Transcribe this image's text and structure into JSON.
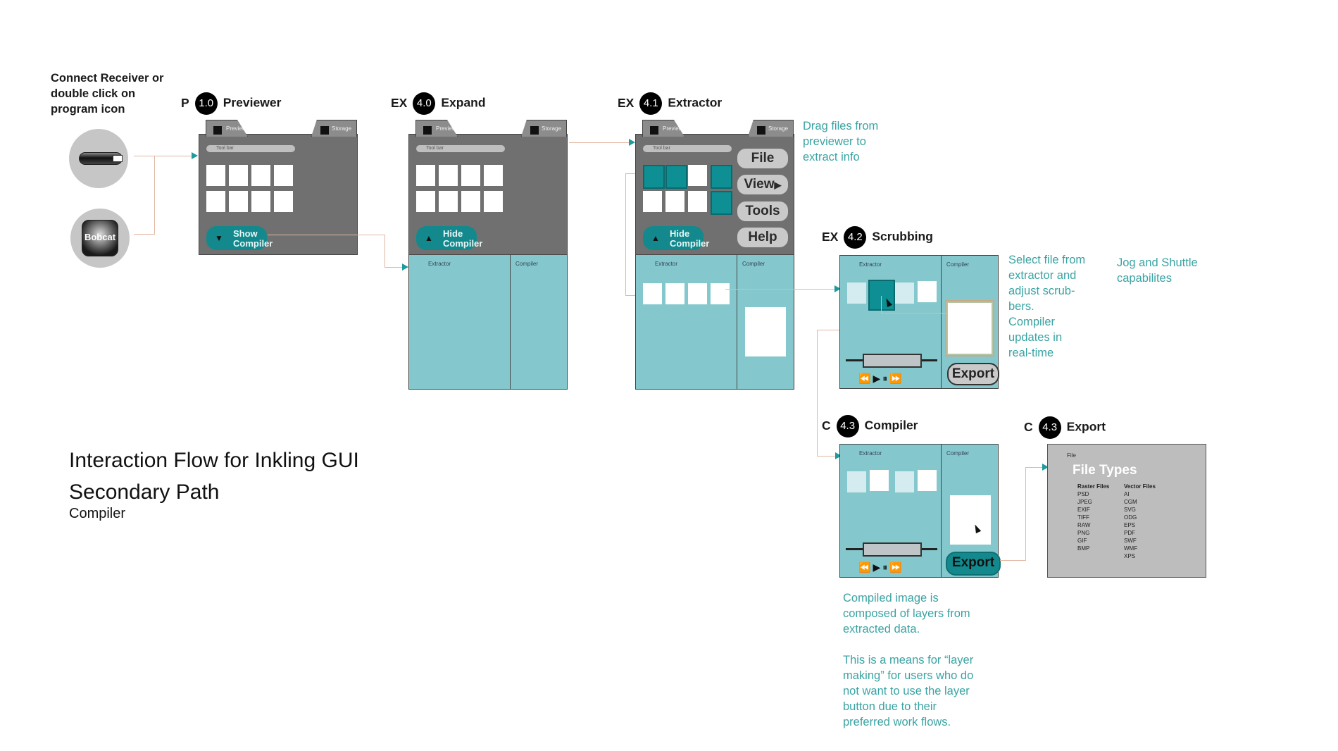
{
  "intro_note": "Connect Receiver or\ndouble click on\nprogram icon",
  "device_icon_label": "Bobcat",
  "colors": {
    "teal": "#3aa3a3",
    "panel": "#84c8cd",
    "window": "#707070",
    "connector": "#e1b8a3"
  },
  "screens": {
    "previewer": {
      "code": "P",
      "badge": "1.0",
      "name": "Previewer",
      "tab_left": "Previewer",
      "tab_right": "Storage",
      "toolbar": "Tool bar",
      "button": "Show\nCompiler"
    },
    "expand": {
      "code": "EX",
      "badge": "4.0",
      "name": "Expand",
      "tab_left": "Previewer",
      "tab_right": "Storage",
      "toolbar": "Tool bar",
      "button": "Hide\nCompiler",
      "panel_left": "Extractor",
      "panel_right": "Compiler"
    },
    "extractor": {
      "code": "EX",
      "badge": "4.1",
      "name": "Extractor",
      "tab_left": "Previewer",
      "tab_right": "Storage",
      "toolbar": "Tool bar",
      "button": "Hide\nCompiler",
      "menu": [
        "File",
        "View",
        "Tools",
        "Help"
      ],
      "panel_left": "Extractor",
      "panel_right": "Compiler"
    },
    "scrubbing": {
      "code": "EX",
      "badge": "4.2",
      "name": "Scrubbing",
      "panel_left": "Extractor",
      "panel_right": "Compiler",
      "export": "Export"
    },
    "compiler": {
      "code": "C",
      "badge": "4.3",
      "name": "Compiler",
      "panel_left": "Extractor",
      "panel_right": "Compiler",
      "export": "Export"
    },
    "export": {
      "code": "C",
      "badge": "4.3",
      "name": "Export",
      "menu": "File",
      "title": "File Types",
      "raster_header": "Raster Files",
      "raster": [
        "PSD",
        "JPEG",
        "EXIF",
        "TIFF",
        "RAW",
        "PNG",
        "GIF",
        "BMP"
      ],
      "vector_header": "Vector Files",
      "vector": [
        "AI",
        "CGM",
        "SVG",
        "ODG",
        "EPS",
        "PDF",
        "SWF",
        "WMF",
        "XPS"
      ]
    }
  },
  "notes": {
    "drag": "Drag files from\npreviewer to\nextract info",
    "select": "Select file from\nextractor and\nadjust scrub-\nbers.\nCompiler\nupdates in\nreal-time",
    "jog": "Jog and Shuttle\ncapabilites",
    "compiled": "Compiled image is\ncomposed of layers from\nextracted data.",
    "means": "This is a means for “layer\nmaking” for users who do\nnot want to use the layer\nbutton due to their\npreferred work flows."
  },
  "title": {
    "line1": "Interaction Flow  for Inkling GUI",
    "line2": "Secondary Path",
    "line3": "Compiler"
  }
}
